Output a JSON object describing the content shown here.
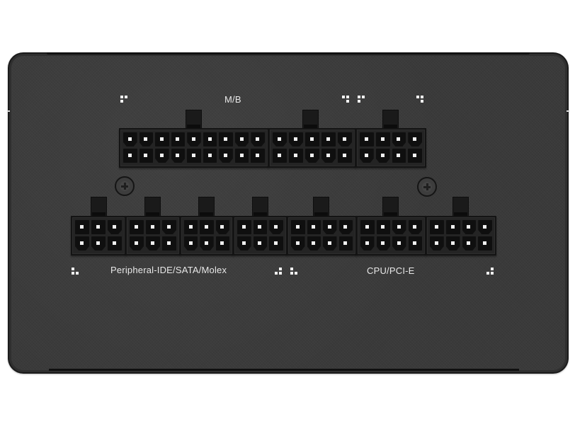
{
  "panel": {
    "colors": {
      "panel": "#3a3a3a",
      "panel_edge": "#1b1b1b",
      "connector_housing": "#242424",
      "pin_socket": "#0f0f0f",
      "pin_contact": "#f0f0f0",
      "label_text": "#e8e8e8"
    }
  },
  "labels": {
    "motherboard": "M/B",
    "peripheral": "Peripheral-IDE/SATA/Molex",
    "cpu_pcie": "CPU/PCI-E"
  },
  "connectors": {
    "motherboard": [
      {
        "name": "mb-18pin",
        "pins": 18,
        "cols": 9
      },
      {
        "name": "mb-10pin",
        "pins": 10,
        "cols": 5
      },
      {
        "name": "mb-8pin",
        "pins": 8,
        "cols": 4
      }
    ],
    "peripheral": [
      {
        "name": "peripheral-6pin-1",
        "pins": 6,
        "cols": 3
      },
      {
        "name": "peripheral-6pin-2",
        "pins": 6,
        "cols": 3
      },
      {
        "name": "peripheral-6pin-3",
        "pins": 6,
        "cols": 3
      },
      {
        "name": "peripheral-6pin-4",
        "pins": 6,
        "cols": 3
      }
    ],
    "cpu_pcie": [
      {
        "name": "cpu-pcie-8pin-1",
        "pins": 8,
        "cols": 4
      },
      {
        "name": "cpu-pcie-8pin-2",
        "pins": 8,
        "cols": 4
      },
      {
        "name": "cpu-pcie-8pin-3",
        "pins": 8,
        "cols": 4
      }
    ]
  },
  "icons": {
    "pin1_marker": "pin-one-orientation-marker",
    "screw": "phillips-screw"
  }
}
